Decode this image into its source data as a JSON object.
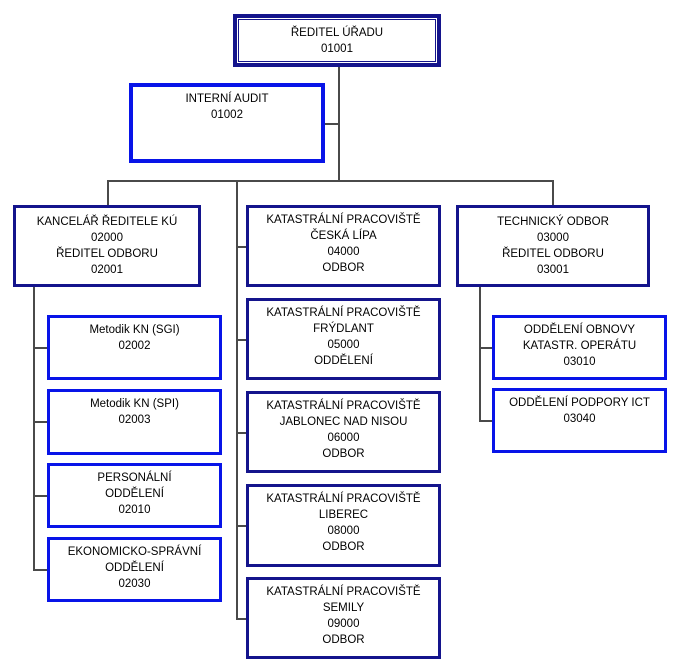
{
  "chart_title": "",
  "colors": {
    "navy_border": "#14148C",
    "blue_border": "#0814E8",
    "connector_line": "#4a4a4a",
    "text": "#000000",
    "background": "#ffffff"
  },
  "boxes": {
    "root": {
      "lines": [
        "ŘEDITEL ÚŘADU",
        "01001"
      ]
    },
    "audit": {
      "lines": [
        "INTERNÍ AUDIT",
        "01002"
      ]
    },
    "left_head": {
      "lines": [
        "KANCELÁŘ ŘEDITELE KÚ",
        "02000",
        "ŘEDITEL ODBORU",
        "02001"
      ]
    },
    "left_children": [
      {
        "lines": [
          "Metodik KN (SGI)",
          "02002"
        ]
      },
      {
        "lines": [
          "Metodik KN (SPI)",
          "02003"
        ]
      },
      {
        "lines": [
          "PERSONÁLNÍ",
          "ODDĚLENÍ",
          "02010"
        ]
      },
      {
        "lines": [
          "EKONOMICKO-SPRÁVNÍ",
          "ODDĚLENÍ",
          "02030"
        ]
      }
    ],
    "middle_children": [
      {
        "lines": [
          "KATASTRÁLNÍ PRACOVIŠTĚ",
          "ČESKÁ LÍPA",
          "04000",
          "ODBOR"
        ]
      },
      {
        "lines": [
          "KATASTRÁLNÍ PRACOVIŠTĚ",
          "FRÝDLANT",
          "05000",
          "ODDĚLENÍ"
        ]
      },
      {
        "lines": [
          "KATASTRÁLNÍ PRACOVIŠTĚ",
          "JABLONEC NAD NISOU",
          "06000",
          "ODBOR"
        ]
      },
      {
        "lines": [
          "KATASTRÁLNÍ PRACOVIŠTĚ",
          "LIBEREC",
          "08000",
          "ODBOR"
        ]
      },
      {
        "lines": [
          "KATASTRÁLNÍ PRACOVIŠTĚ",
          "SEMILY",
          "09000",
          "ODBOR"
        ]
      }
    ],
    "right_head": {
      "lines": [
        "TECHNICKÝ ODBOR",
        "03000",
        "ŘEDITEL ODBORU",
        "03001"
      ]
    },
    "right_children": [
      {
        "lines": [
          "ODDĚLENÍ OBNOVY",
          "KATASTR. OPERÁTU",
          "03010"
        ]
      },
      {
        "lines": [
          "ODDĚLENÍ PODPORY ICT",
          "03040"
        ]
      }
    ]
  }
}
